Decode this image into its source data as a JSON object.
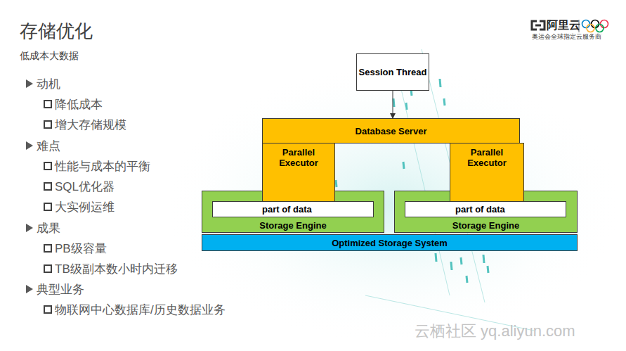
{
  "diagram": {
    "title": "存储优化",
    "nodes": [
      {
        "text": [
          "Session Thread"
        ]
      },
      {
        "text": [
          "Database Server"
        ]
      },
      {
        "text": [
          "Parallel Executor"
        ]
      },
      {
        "text": [
          "Parallel Executor"
        ]
      },
      {
        "text": [
          "Storage Engine"
        ]
      },
      {
        "text": [
          "part of data"
        ],
        "in": 4
      },
      {
        "text": [
          "Storage Engine"
        ]
      },
      {
        "text": [
          "part of data"
        ],
        "in": 6
      },
      {
        "text": [
          "Optimized Storage System"
        ]
      }
    ],
    "edges": [
      {
        "from": 0,
        "to": 1,
        "arrow": "to"
      }
    ],
    "labels": [
      "低成本大数据",
      "动机",
      "降低成本",
      "增大存储规模",
      "难点",
      "性能与成本的平衡",
      "SQL优化器",
      "大实例运维",
      "成果",
      "PB级容量",
      "TB级副本数小时内迁移",
      "典型业务",
      "物联网中心数据库/历史数据业务",
      "阿里云",
      "奥运会全球指定云服务商",
      "云栖社区 yq.aliyun.com"
    ]
  }
}
